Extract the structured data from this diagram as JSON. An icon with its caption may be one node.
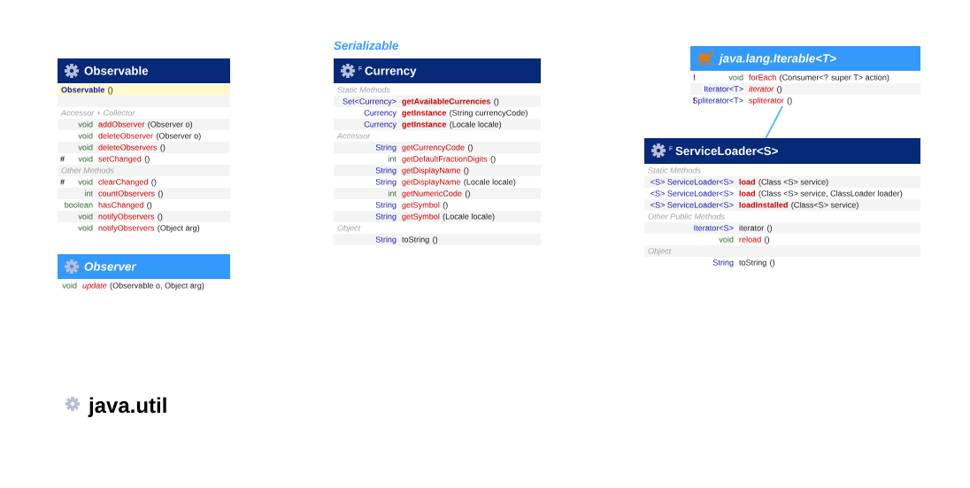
{
  "diagram": {
    "title": "java.util",
    "nodes": [
      {
        "text": [
          "Observable",
          "Observable",
          "()",
          "Accessor + Collector",
          "void",
          "addObserver",
          "(Observer o)",
          "void",
          "deleteObserver",
          "(Observer o)",
          "void",
          "deleteObservers",
          "()",
          "#",
          "void",
          "setChanged",
          "()",
          "Other Methods",
          "#",
          "void",
          "clearChanged",
          "()",
          "int",
          "countObservers",
          "()",
          "boolean",
          "hasChanged",
          "()",
          "void",
          "notifyObservers",
          "()",
          "void",
          "notifyObservers",
          "(Object arg)"
        ]
      },
      {
        "text": [
          "Observer",
          "void",
          "update",
          "(Observable o, Object arg)"
        ]
      },
      {
        "text": [
          "Serializable",
          "F",
          "Currency",
          "Static Methods",
          "Set<Currency>",
          "getAvailableCurrencies",
          "()",
          "Currency",
          "getInstance",
          "(String currencyCode)",
          "Currency",
          "getInstance",
          "(Locale locale)",
          "Accessor",
          "String",
          "getCurrencyCode",
          "()",
          "int",
          "getDefaultFractionDigits",
          "()",
          "String",
          "getDisplayName",
          "()",
          "String",
          "getDisplayName",
          "(Locale locale)",
          "int",
          "getNumericCode",
          "()",
          "String",
          "getSymbol",
          "()",
          "String",
          "getSymbol",
          "(Locale locale)",
          "Object",
          "String",
          "toString",
          "()"
        ]
      },
      {
        "text": [
          "java.lang.Iterable<T>",
          "!",
          "void",
          "forEach",
          "(Consumer<? super T> action)",
          "Iterator<T>",
          "iterator",
          "()",
          "!",
          "Spliterator<T>",
          "spliterator",
          "()"
        ]
      },
      {
        "text": [
          "F",
          "ServiceLoader<S>",
          "Static Methods",
          "<S> ServiceLoader<S>",
          "load",
          "(Class <S> service)",
          "<S> ServiceLoader<S>",
          "load",
          "(Class <S> service, ClassLoader loader)",
          "<S> ServiceLoader<S>",
          "loadInstalled",
          "(Class<S> service)",
          "Other Public Methods",
          "Iterator<S>",
          "iterator",
          "()",
          "void",
          "reload",
          "()",
          "Object",
          "String",
          "toString",
          "()"
        ]
      }
    ],
    "edges": [
      {
        "from": 4,
        "to": 3,
        "arrow": "none"
      }
    ]
  }
}
